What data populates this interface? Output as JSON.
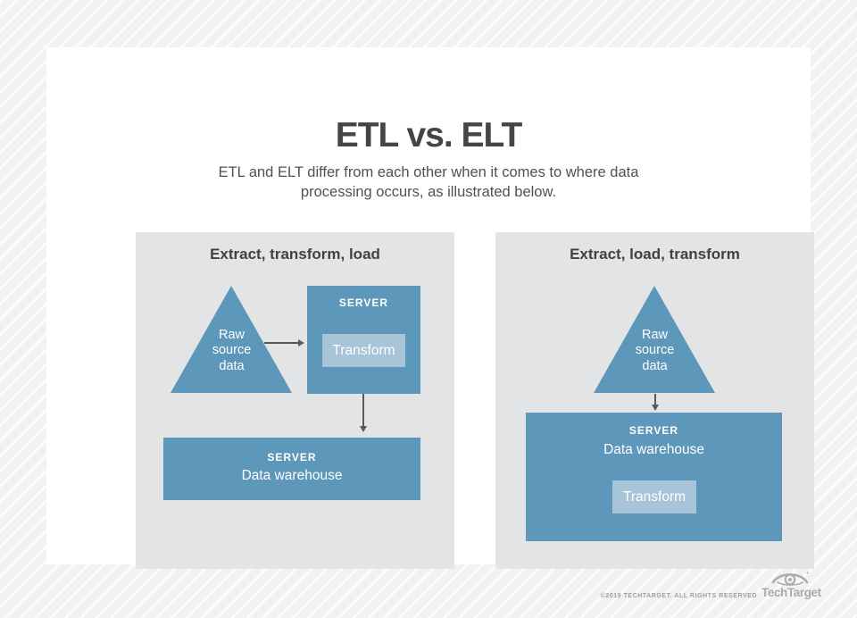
{
  "page": {
    "title": "ETL vs. ELT",
    "subtitle": "ETL and ELT differ from each other when it comes to where data\nprocessing occurs, as illustrated below."
  },
  "etl": {
    "header": "Extract, transform, load",
    "source_label": "Raw\nsource\ndata",
    "server": {
      "label": "SERVER",
      "transform_label": "Transform"
    },
    "warehouse": {
      "label": "SERVER",
      "name": "Data warehouse"
    }
  },
  "elt": {
    "header": "Extract, load, transform",
    "source_label": "Raw\nsource\ndata",
    "warehouse": {
      "label": "SERVER",
      "name": "Data warehouse",
      "transform_label": "Transform"
    }
  },
  "footer": {
    "copyright": "©2019 TECHTARGET. ALL RIGHTS RESERVED",
    "logo_text": "TechTarget"
  },
  "colors": {
    "blue": "#5d97ba",
    "light_blue": "#a7c4d9",
    "panel_bg": "#e3e4e6",
    "arrow": "#58595b",
    "text_dark": "#454547",
    "footer_text": "#9b9da0",
    "logo": "#a9abad"
  }
}
